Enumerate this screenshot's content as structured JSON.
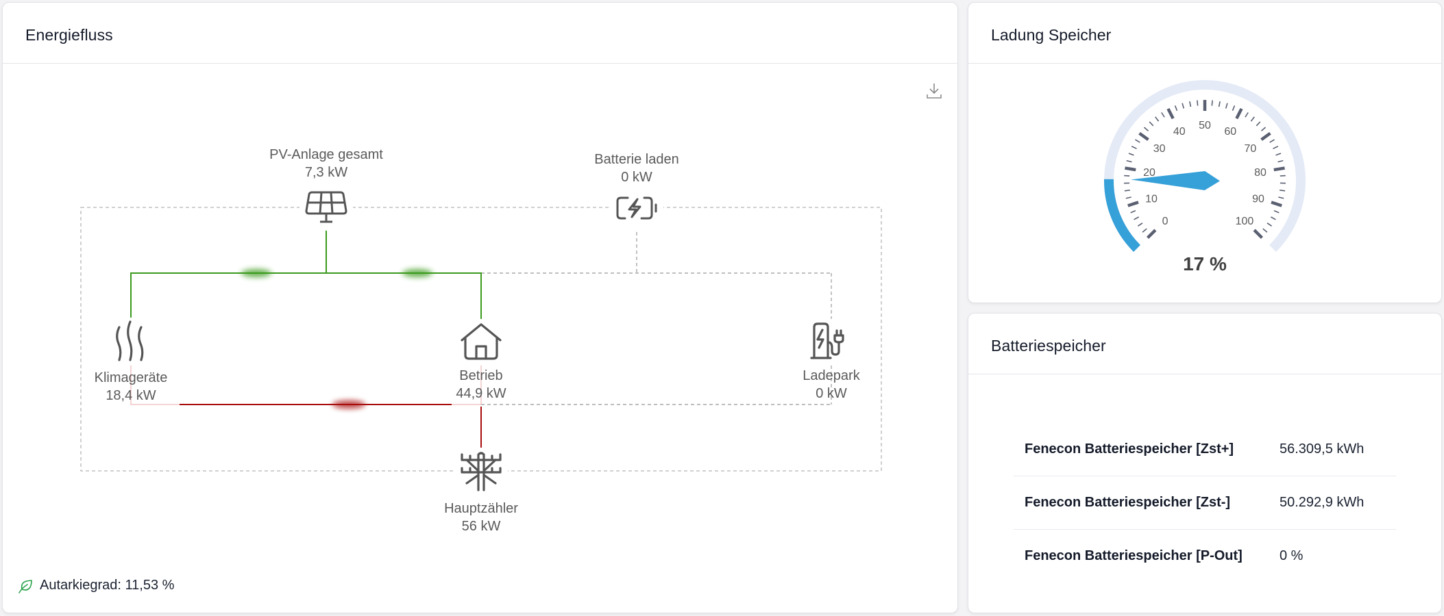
{
  "energy_flow": {
    "title": "Energiefluss",
    "download_icon": "download-icon",
    "nodes": {
      "pv": {
        "label": "PV-Anlage gesamt",
        "value": "7,3 kW",
        "icon": "solar-panel-icon"
      },
      "battery": {
        "label": "Batterie laden",
        "value": "0 kW",
        "icon": "battery-charging-icon"
      },
      "climate": {
        "label": "Klimageräte",
        "value": "18,4 kW",
        "icon": "heat-waves-icon"
      },
      "operation": {
        "label": "Betrieb",
        "value": "44,9 kW",
        "icon": "house-icon"
      },
      "charging_park": {
        "label": "Ladepark",
        "value": "0 kW",
        "icon": "ev-charger-icon"
      },
      "main_meter": {
        "label": "Hauptzähler",
        "value": "56 kW",
        "icon": "power-pole-icon"
      }
    },
    "autarky": {
      "label": "Autarkiegrad: 11,53 %",
      "icon": "leaf-icon"
    },
    "colors": {
      "pv_flow": "#3a9a1e",
      "grid_flow": "#a80d0d",
      "inactive": "#a8a8a8",
      "icon": "#555555",
      "leaf": "#2aa24a"
    }
  },
  "storage_charge": {
    "title": "Ladung Speicher",
    "value_text": "17 %",
    "value": 17,
    "min": 0,
    "max": 100,
    "tick_labels": [
      "0",
      "10",
      "20",
      "30",
      "40",
      "50",
      "60",
      "70",
      "80",
      "90",
      "100"
    ],
    "colors": {
      "fill": "#36a0d8",
      "track": "#e4eaf6",
      "ticks": "#5a6071",
      "needle": "#36a0d8"
    }
  },
  "battery_storage": {
    "title": "Batteriespeicher",
    "rows": [
      {
        "key": "Fenecon Batteriespeicher [Zst+]",
        "value": "56.309,5 kWh"
      },
      {
        "key": "Fenecon Batteriespeicher [Zst-]",
        "value": "50.292,9 kWh"
      },
      {
        "key": "Fenecon Batteriespeicher [P-Out]",
        "value": "0 %"
      }
    ]
  }
}
